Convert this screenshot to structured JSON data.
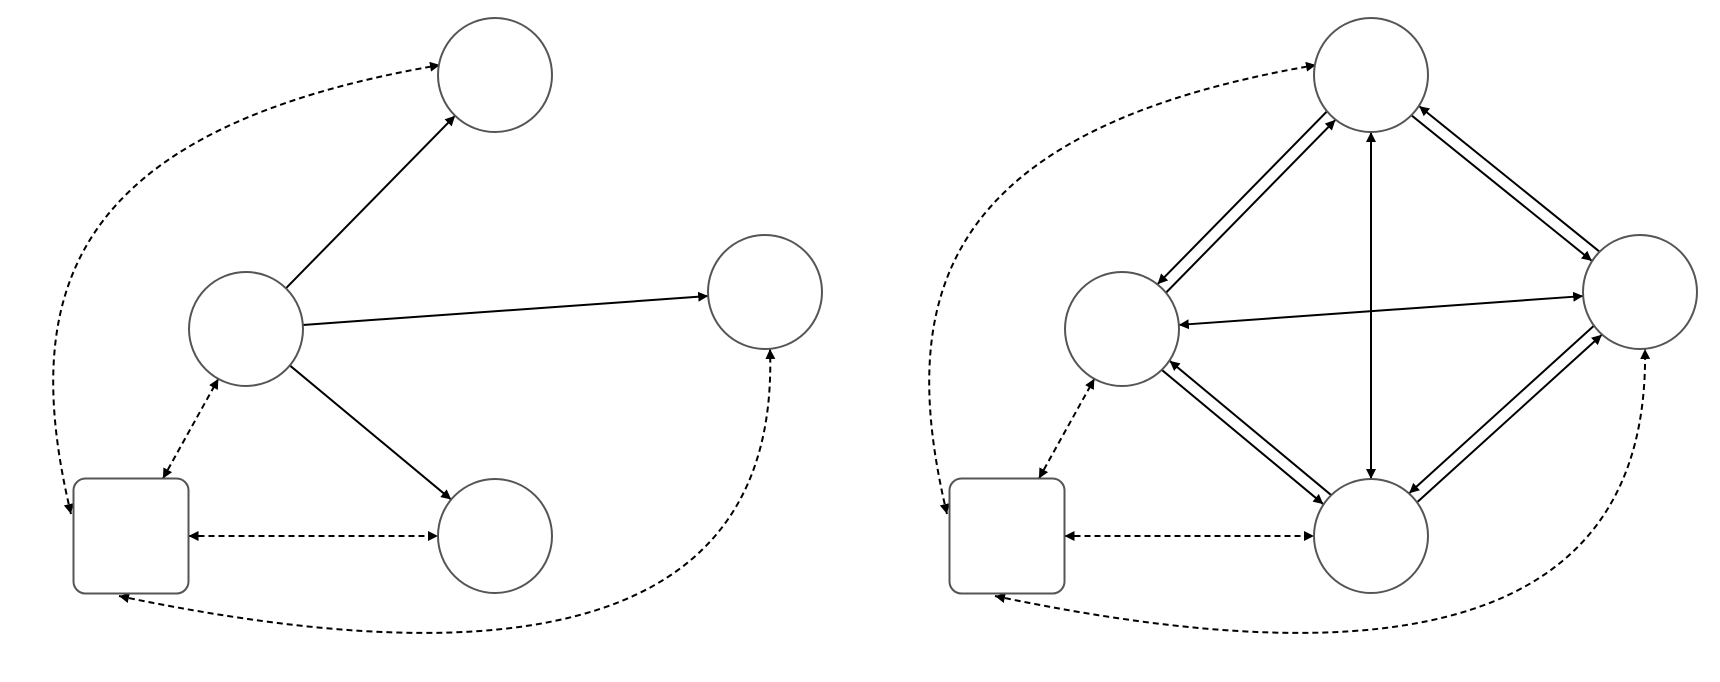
{
  "diagrams": [
    {
      "id": "left",
      "nodes": [
        {
          "id": "box",
          "shape": "rounded-square"
        },
        {
          "id": "center",
          "shape": "circle"
        },
        {
          "id": "top",
          "shape": "circle"
        },
        {
          "id": "right",
          "shape": "circle"
        },
        {
          "id": "bottom",
          "shape": "circle"
        }
      ],
      "edges": [
        {
          "from": "center",
          "to": "top",
          "style": "solid",
          "arrows": "end"
        },
        {
          "from": "center",
          "to": "right",
          "style": "solid",
          "arrows": "end"
        },
        {
          "from": "center",
          "to": "bottom",
          "style": "solid",
          "arrows": "end"
        },
        {
          "from": "box",
          "to": "center",
          "style": "dashed",
          "arrows": "both"
        },
        {
          "from": "box",
          "to": "bottom",
          "style": "dashed",
          "arrows": "both"
        },
        {
          "from": "box",
          "to": "top",
          "style": "dashed",
          "arrows": "both",
          "curved": true
        },
        {
          "from": "box",
          "to": "right",
          "style": "dashed",
          "arrows": "both",
          "curved": true
        }
      ]
    },
    {
      "id": "right",
      "nodes": [
        {
          "id": "box",
          "shape": "rounded-square"
        },
        {
          "id": "center",
          "shape": "circle"
        },
        {
          "id": "top",
          "shape": "circle"
        },
        {
          "id": "right",
          "shape": "circle"
        },
        {
          "id": "bottom",
          "shape": "circle"
        }
      ],
      "edges": [
        {
          "from": "center",
          "to": "top",
          "style": "solid",
          "arrows": "end"
        },
        {
          "from": "top",
          "to": "center",
          "style": "solid",
          "arrows": "end"
        },
        {
          "from": "center",
          "to": "right",
          "style": "solid",
          "arrows": "both"
        },
        {
          "from": "center",
          "to": "bottom",
          "style": "solid",
          "arrows": "end"
        },
        {
          "from": "bottom",
          "to": "center",
          "style": "solid",
          "arrows": "end"
        },
        {
          "from": "top",
          "to": "bottom",
          "style": "solid",
          "arrows": "both"
        },
        {
          "from": "top",
          "to": "right",
          "style": "solid",
          "arrows": "end"
        },
        {
          "from": "right",
          "to": "top",
          "style": "solid",
          "arrows": "end"
        },
        {
          "from": "bottom",
          "to": "right",
          "style": "solid",
          "arrows": "end"
        },
        {
          "from": "right",
          "to": "bottom",
          "style": "solid",
          "arrows": "end"
        },
        {
          "from": "box",
          "to": "center",
          "style": "dashed",
          "arrows": "both"
        },
        {
          "from": "box",
          "to": "bottom",
          "style": "dashed",
          "arrows": "both"
        },
        {
          "from": "box",
          "to": "top",
          "style": "dashed",
          "arrows": "both",
          "curved": true
        },
        {
          "from": "box",
          "to": "right",
          "style": "dashed",
          "arrows": "both",
          "curved": true
        }
      ]
    }
  ],
  "colors": {
    "node_stroke": "#555555",
    "edge": "#000000",
    "background": "#ffffff"
  }
}
